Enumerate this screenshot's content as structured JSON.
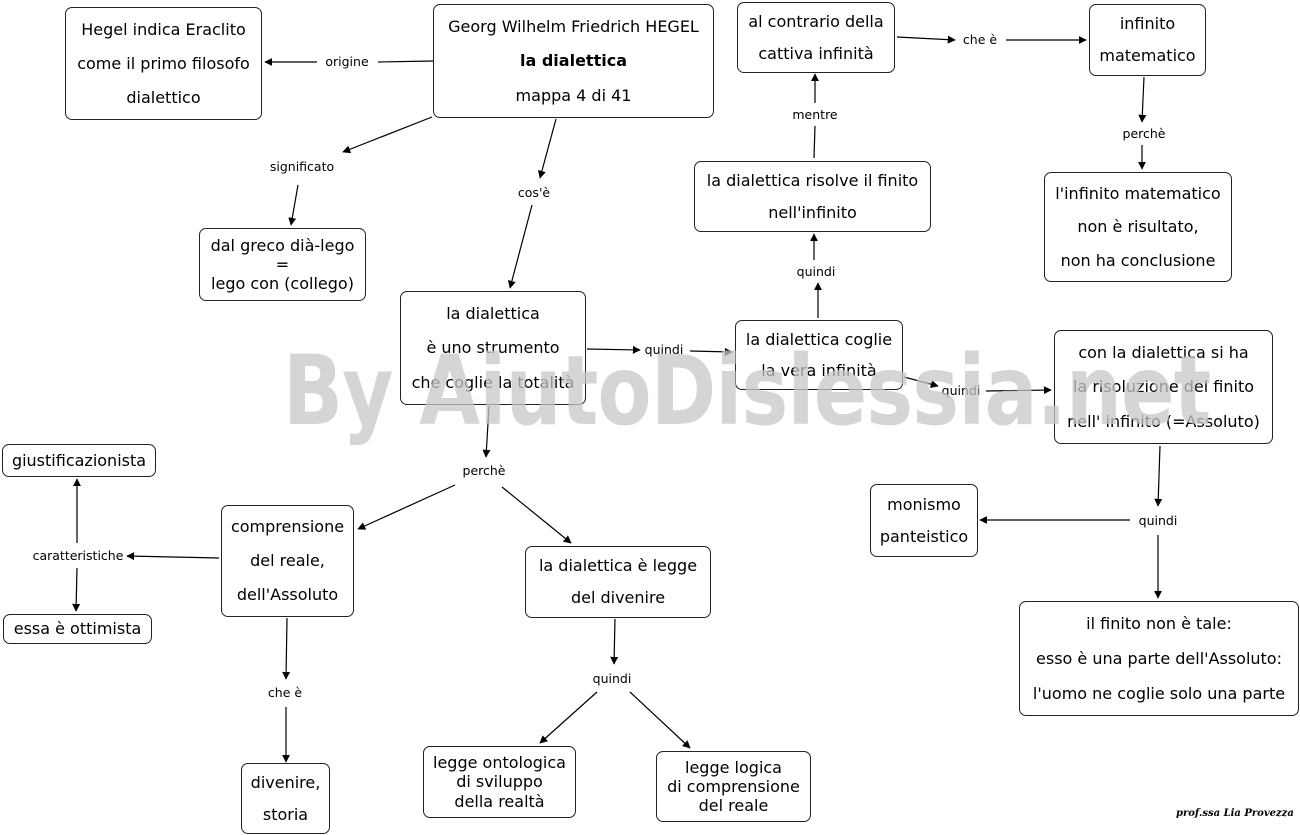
{
  "nodes": {
    "hegel_title": {
      "lines": [
        "Georg Wilhelm Friedrich HEGEL",
        "la dialettica",
        "mappa 4 di 41"
      ]
    },
    "eraclito": {
      "lines": [
        "Hegel indica Eraclito",
        "come il primo filosofo",
        "dialettico"
      ]
    },
    "greco": {
      "lines": [
        "dal greco dià-lego",
        "=",
        "lego con (collego)"
      ]
    },
    "strumento": {
      "lines": [
        "la dialettica",
        "è uno strumento",
        "che coglie la totalità"
      ]
    },
    "cattiva": {
      "lines": [
        "al contrario della",
        "cattiva infinità"
      ]
    },
    "inf_mat": {
      "lines": [
        "infinito",
        "matematico"
      ]
    },
    "non_risultato": {
      "lines": [
        "l'infinito matematico",
        "non è risultato,",
        "non ha conclusione"
      ]
    },
    "risolve": {
      "lines": [
        "la dialettica risolve il finito",
        "nell'infinito"
      ]
    },
    "vera": {
      "lines": [
        "la dialettica coglie",
        "la vera infinità"
      ]
    },
    "risoluzione": {
      "lines": [
        "con la dialettica si ha",
        "la risoluzione del finito",
        "nell' infinito (=Assoluto)"
      ]
    },
    "giustificazionista": {
      "lines": [
        "giustificazionista"
      ]
    },
    "comprensione": {
      "lines": [
        "comprensione",
        "del reale,",
        "dell'Assoluto"
      ]
    },
    "legge_divenire": {
      "lines": [
        "la dialettica è legge",
        "del divenire"
      ]
    },
    "ottimista": {
      "lines": [
        "essa è ottimista"
      ]
    },
    "monismo": {
      "lines": [
        "monismo",
        "panteistico"
      ]
    },
    "finito": {
      "lines": [
        "il finito non è tale:",
        "esso è una parte dell'Assoluto:",
        "l'uomo ne coglie solo una parte"
      ]
    },
    "divenire": {
      "lines": [
        "divenire,",
        "storia"
      ]
    },
    "ontologica": {
      "lines": [
        "legge ontologica",
        "di sviluppo",
        "della realtà"
      ]
    },
    "logica": {
      "lines": [
        "legge logica",
        "di comprensione",
        "del reale"
      ]
    }
  },
  "links": {
    "origine": "origine",
    "significato": "significato",
    "cose": "cos'è",
    "che_e_top": "che è",
    "mentre": "mentre",
    "perche_top": "perchè",
    "quindi_up": "quindi",
    "quindi_mid": "quindi",
    "quindi_right": "quindi",
    "perche_mid": "perchè",
    "caratteristiche": "caratteristiche",
    "quindi_bottom_right": "quindi",
    "che_e_bottom": "che è",
    "quindi_bottom": "quindi"
  },
  "watermark": "By AiutoDislessia.net",
  "signature": "prof.ssa Lia Provezza"
}
